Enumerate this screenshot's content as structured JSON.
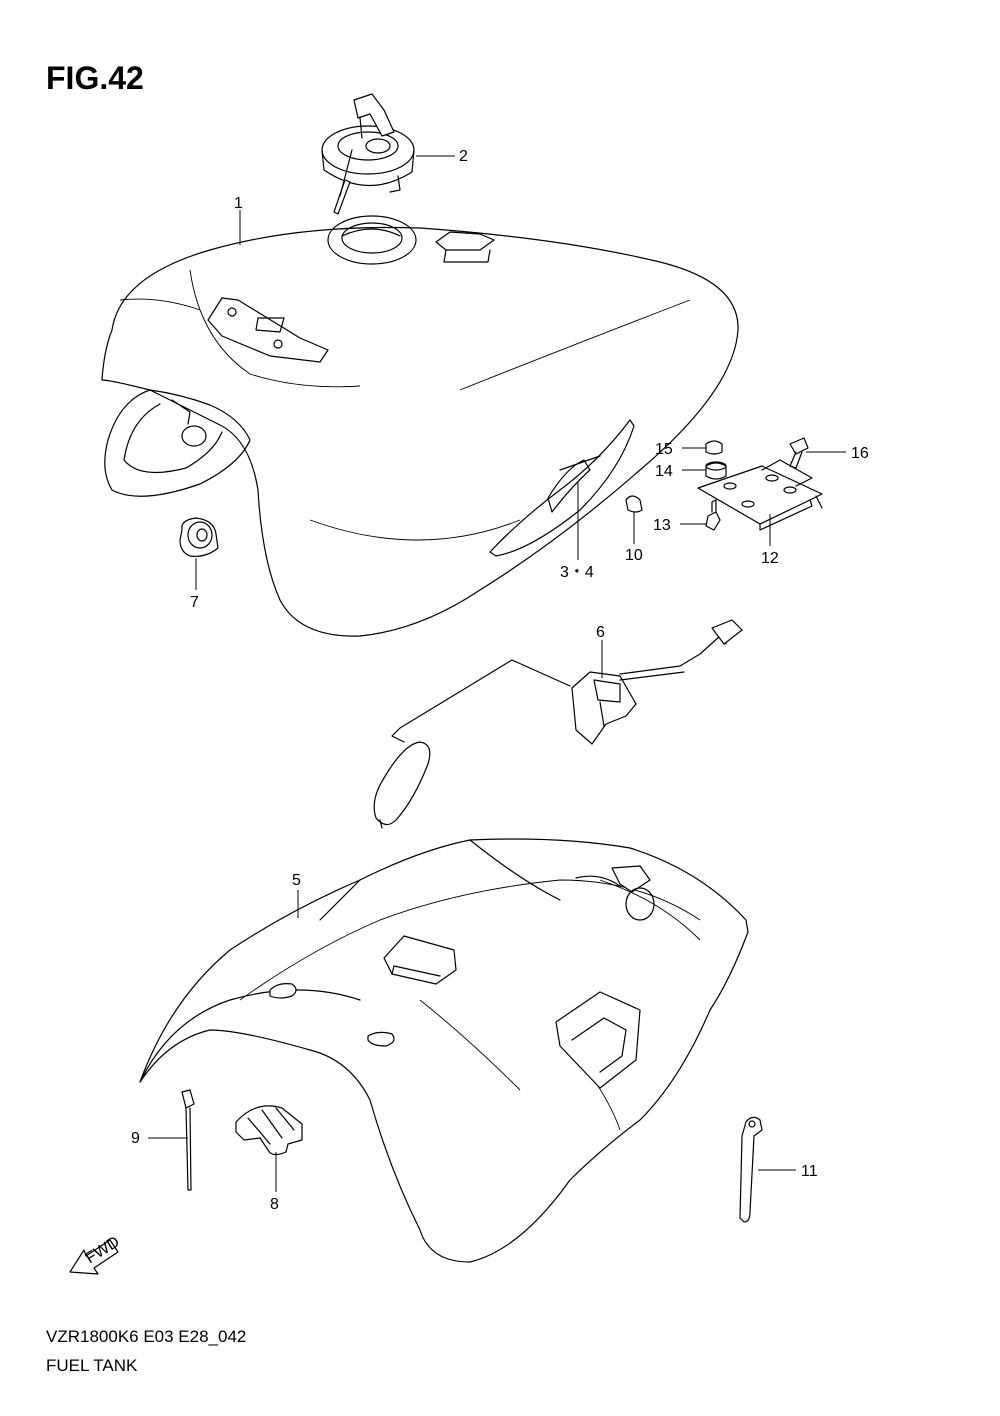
{
  "figure": {
    "title": "FIG.42",
    "model_code": "VZR1800K6 E03 E28_042",
    "name": "FUEL TANK",
    "fwd_label": "FWD"
  },
  "callouts": {
    "c1": "1",
    "c2": "2",
    "c34": "3・4",
    "c5": "5",
    "c6": "6",
    "c7": "7",
    "c8": "8",
    "c9": "9",
    "c10": "10",
    "c11": "11",
    "c12": "12",
    "c13": "13",
    "c14": "14",
    "c15": "15",
    "c16": "16"
  }
}
